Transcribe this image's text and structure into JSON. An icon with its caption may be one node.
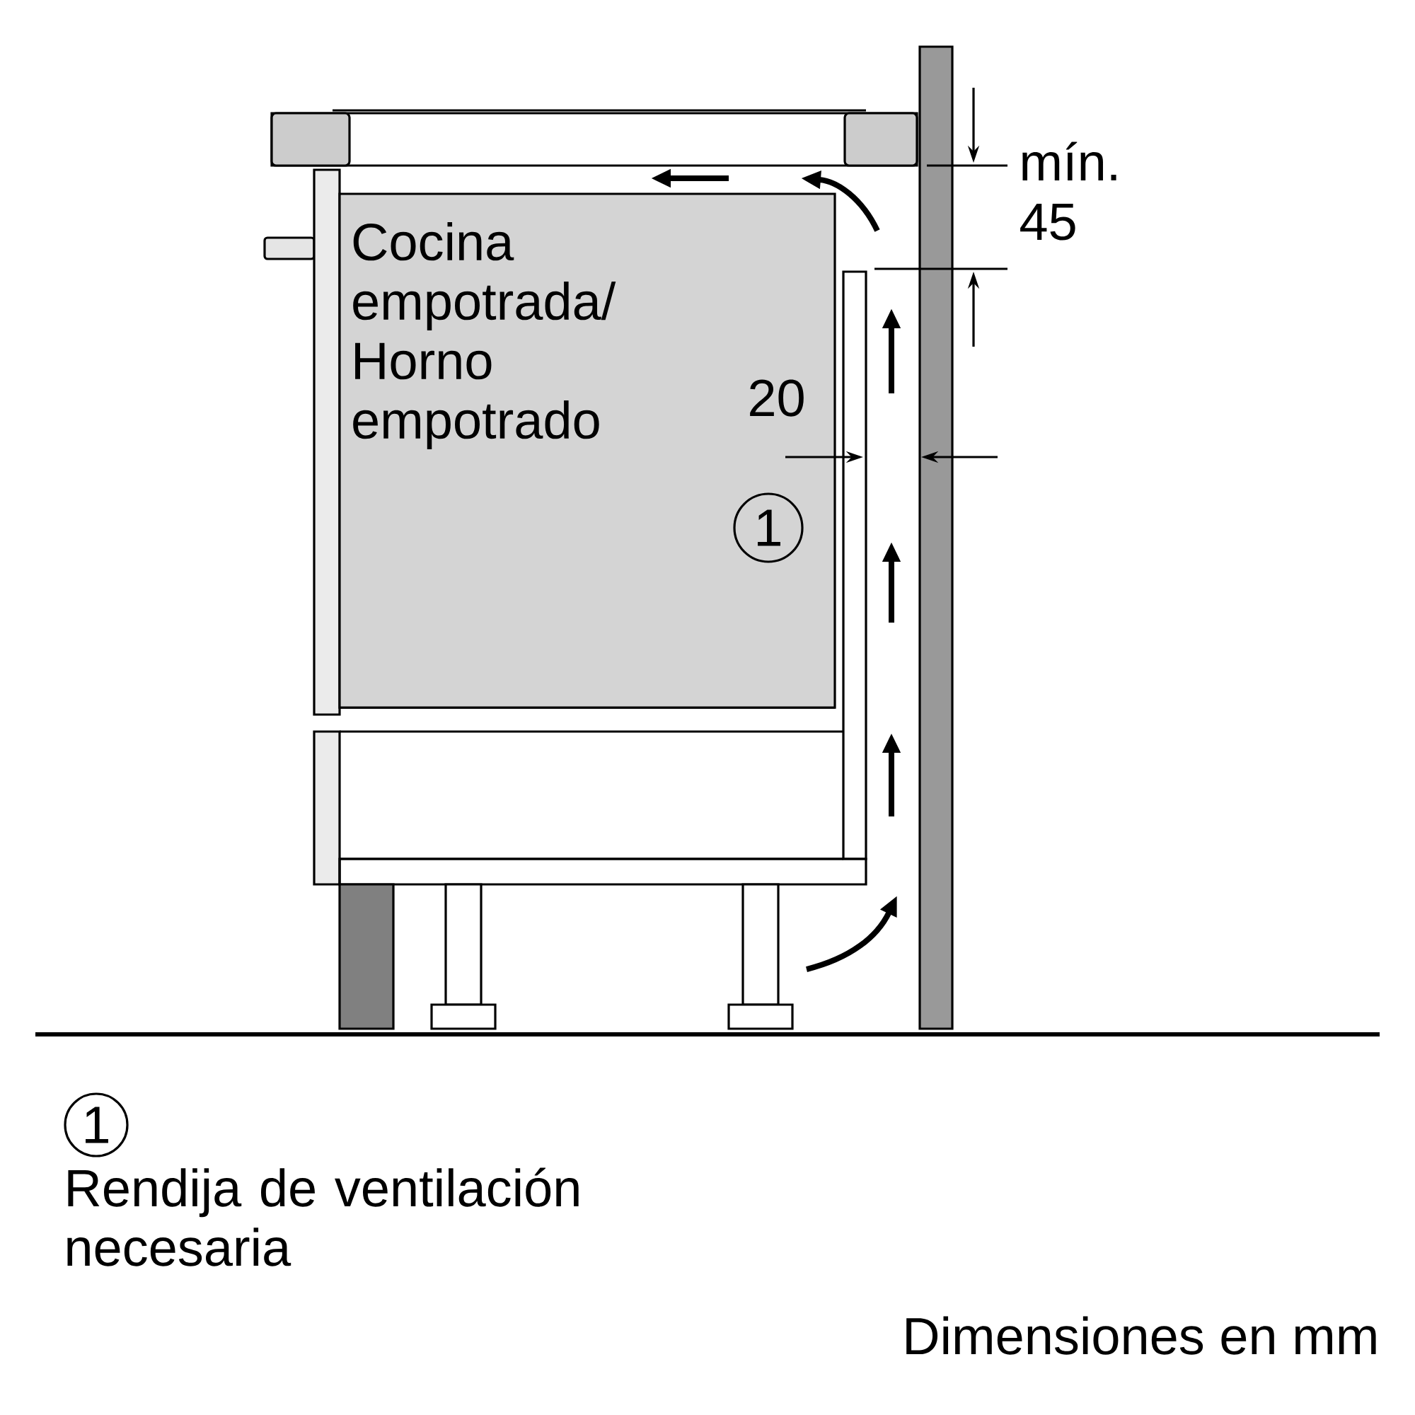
{
  "diagram": {
    "nodes": [
      {
        "text": [
          "Cocina empotrada/ Horno empotrado"
        ]
      }
    ],
    "edges": [],
    "labels": [
      "mín. 45",
      "20",
      "1",
      "1",
      "Rendija de ventilación necesaria",
      "Dimensiones en mm"
    ]
  }
}
